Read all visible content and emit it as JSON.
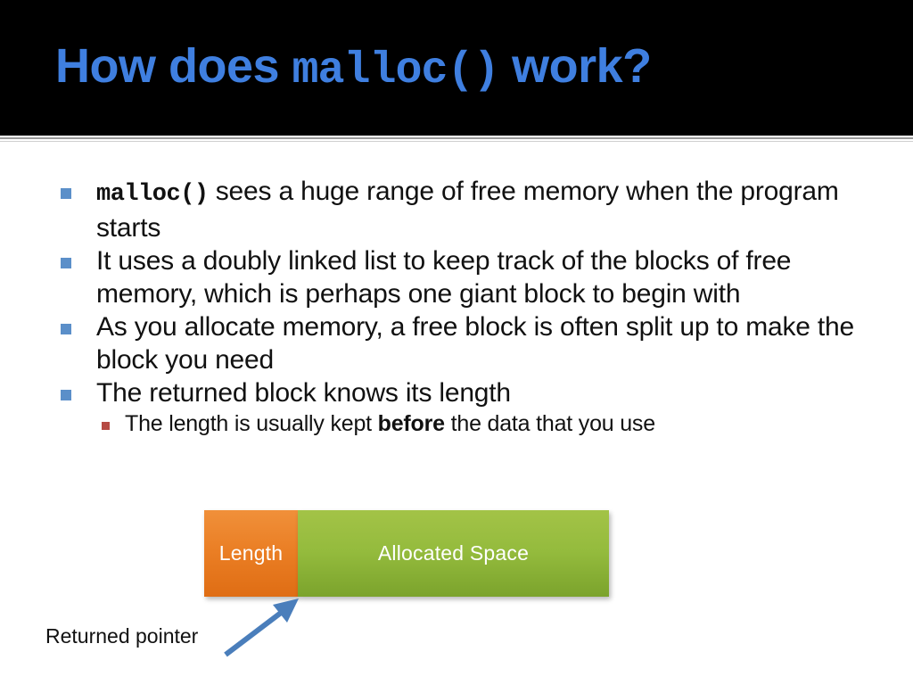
{
  "slide": {
    "title": {
      "prefix": "How does ",
      "mono": "malloc()",
      "suffix": " work?"
    },
    "title_color": "#3f7fe0",
    "band_color": "#000000",
    "bullets": [
      {
        "level": 1,
        "marker_color": "#5b8fc9",
        "mono_lead": "malloc()",
        "text": " sees a huge range of free memory when the program starts"
      },
      {
        "level": 1,
        "marker_color": "#5b8fc9",
        "text": "It uses a doubly linked list to keep track of the blocks of free memory, which is perhaps one giant block to begin with"
      },
      {
        "level": 1,
        "marker_color": "#5b8fc9",
        "text": "As you allocate memory, a free block is often split up to make the block you need"
      },
      {
        "level": 1,
        "marker_color": "#5b8fc9",
        "text": "The returned block knows its length"
      },
      {
        "level": 2,
        "marker_color": "#b64a43",
        "text_before": "The length is usually kept ",
        "bold": "before",
        "text_after": " the data that you use"
      }
    ],
    "diagram": {
      "length_block": {
        "label": "Length",
        "color": "#ea7e24"
      },
      "allocated_block": {
        "label": "Allocated Space",
        "color": "#94bb3d"
      },
      "pointer": {
        "label": "Returned pointer",
        "arrow_color": "#4a7ebb"
      }
    }
  }
}
